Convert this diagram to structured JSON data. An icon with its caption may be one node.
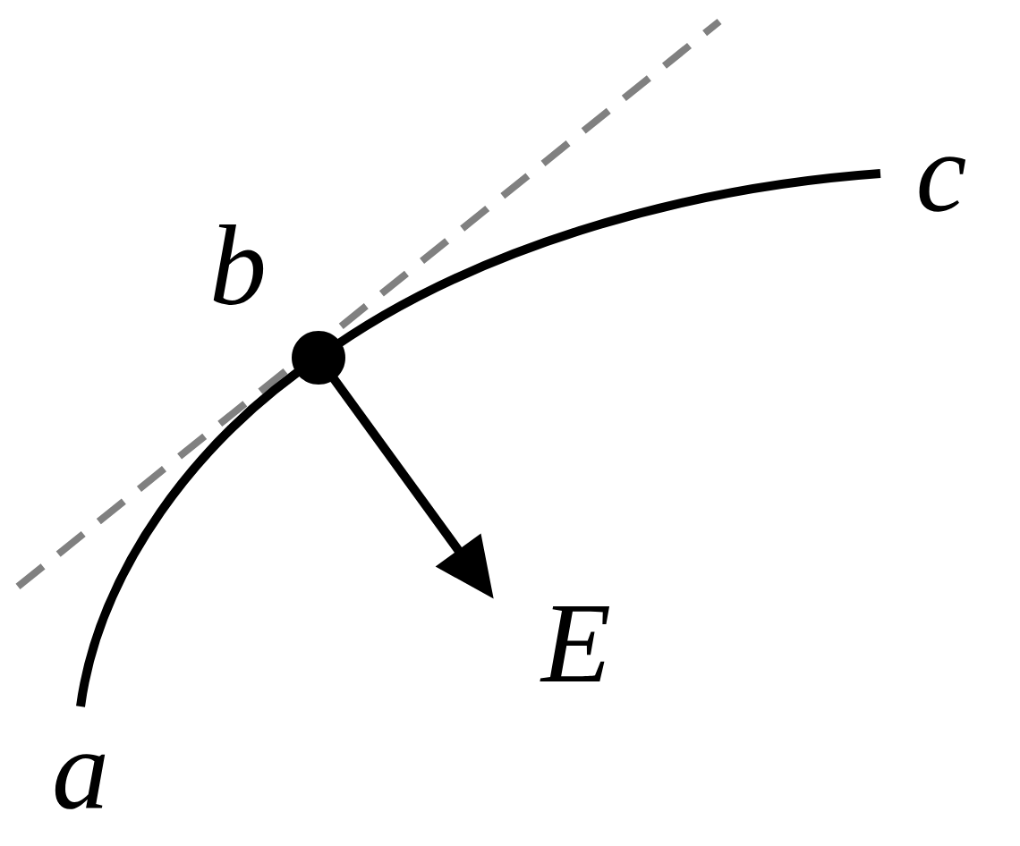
{
  "diagram": {
    "labels": [
      "b",
      "c",
      "E",
      "a"
    ]
  }
}
